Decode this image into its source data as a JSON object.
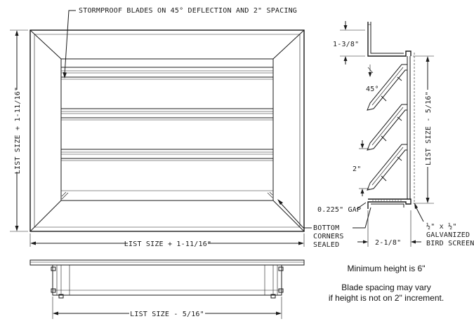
{
  "labels": {
    "top_note": "STORMPROOF BLADES ON 45° DEFLECTION AND 2\" SPACING",
    "width_dim": "LIST SIZE + 1-11/16\"",
    "height_dim": "LIST SIZE + 1-11/16\"",
    "bottom_dim": "LIST SIZE - 5/16\"",
    "flange": "1-3/8\"",
    "angle": "45°",
    "spacing": "2\"",
    "section_dim": "LIST SIZE - 5/16\"",
    "gap": "0.225\" GAP",
    "corners_line1": "BOTTOM",
    "corners_line2": "CORNERS",
    "corners_line3": "SEALED",
    "depth": "2-1/8\"",
    "screen_line1": "½\" x ½\"",
    "screen_line2": "GALVANIZED",
    "screen_line3": "BIRD SCREEN"
  },
  "notes": {
    "min_height": "Minimum height is 6\"",
    "spacing_line1": "Blade spacing may vary",
    "spacing_line2": "if height is not on 2\" increment."
  }
}
